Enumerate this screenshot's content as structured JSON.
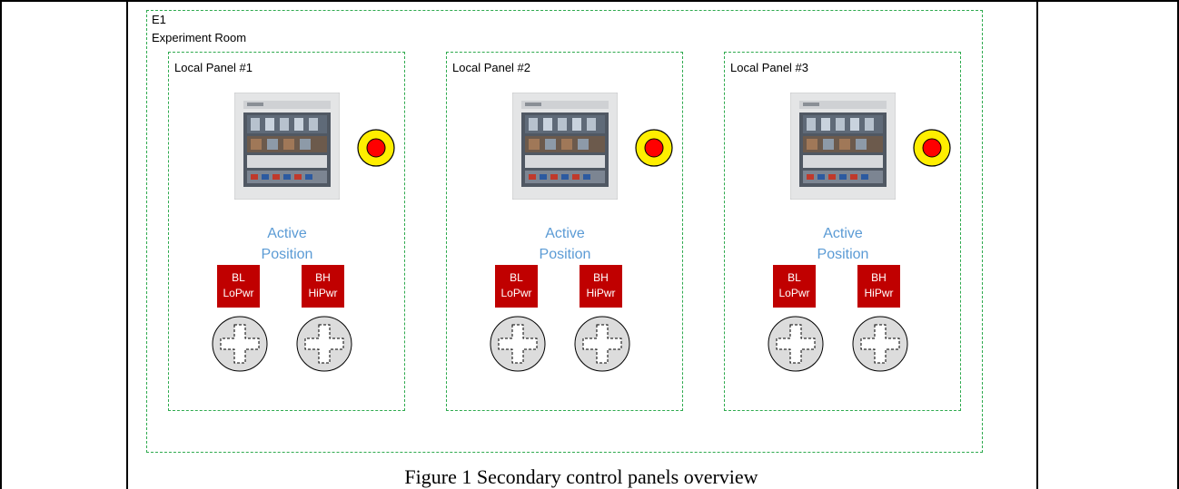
{
  "room": {
    "id": "E1",
    "name": "Experiment Room"
  },
  "panels": [
    {
      "title": "Local Panel #1",
      "active_label_line1": "Active",
      "active_label_line2": "Position",
      "modes": [
        {
          "line1": "BL",
          "line2": "LoPwr"
        },
        {
          "line1": "BH",
          "line2": "HiPwr"
        }
      ]
    },
    {
      "title": "Local Panel #2",
      "active_label_line1": "Active",
      "active_label_line2": "Position",
      "modes": [
        {
          "line1": "BL",
          "line2": "LoPwr"
        },
        {
          "line1": "BH",
          "line2": "HiPwr"
        }
      ]
    },
    {
      "title": "Local Panel #3",
      "active_label_line1": "Active",
      "active_label_line2": "Position",
      "modes": [
        {
          "line1": "BL",
          "line2": "LoPwr"
        },
        {
          "line1": "BH",
          "line2": "HiPwr"
        }
      ]
    }
  ],
  "icons": {
    "hmi": "touchscreen-hmi-icon",
    "estop": "emergency-stop-icon",
    "selector": "key-selector-switch-icon"
  },
  "colors": {
    "border_dashed": "#2eaa4e",
    "active_text": "#5b9bd5",
    "mode_button": "#c00000",
    "estop_ring": "#ffee00",
    "estop_center": "#ff0000"
  },
  "caption": "Figure 1 Secondary control panels overview"
}
